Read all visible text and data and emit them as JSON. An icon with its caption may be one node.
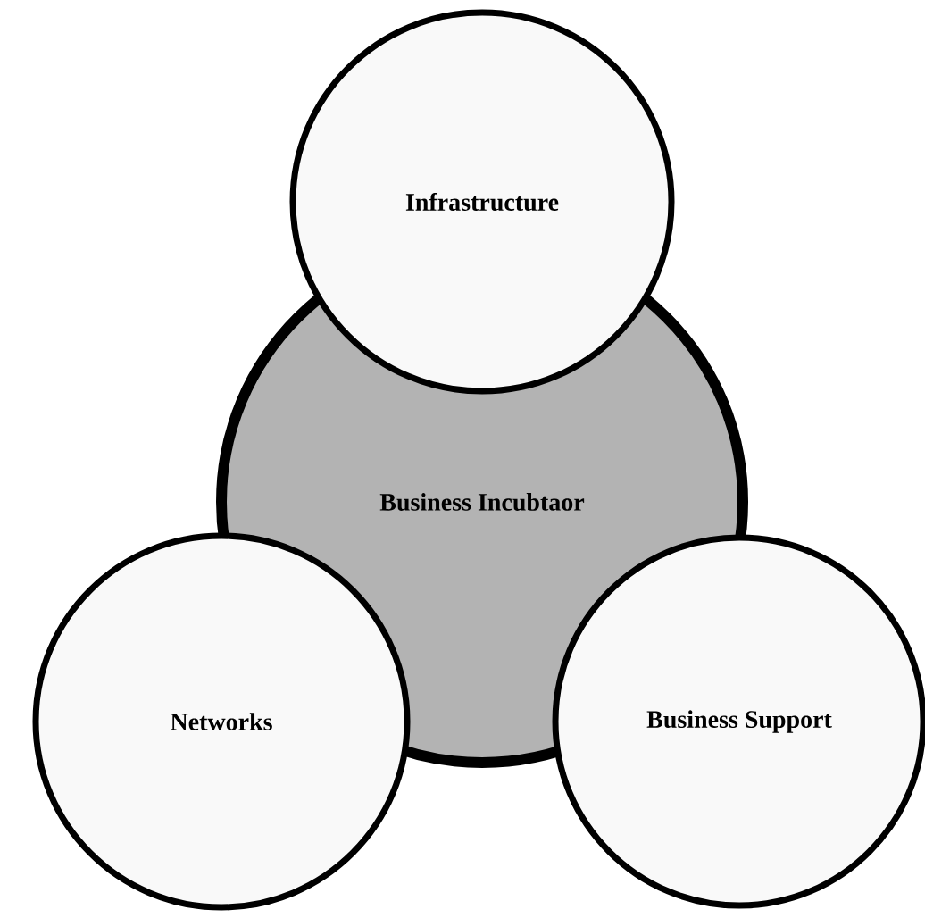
{
  "diagram": {
    "nodes": [
      {
        "text": [
          "Infrastructure"
        ]
      },
      {
        "text": [
          "Business Incubtaor"
        ]
      },
      {
        "text": [
          "Networks"
        ]
      },
      {
        "text": [
          "Business Support"
        ]
      }
    ]
  }
}
